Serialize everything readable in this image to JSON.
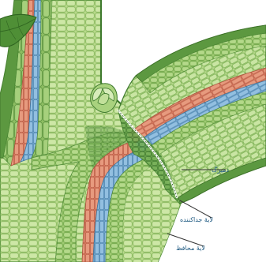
{
  "diagram": {
    "labels": {
      "cambium": "دمیرگ",
      "abscission_layer": "لایهٔ جداکننده",
      "protective_layer": "لایهٔ محافظ"
    }
  }
}
